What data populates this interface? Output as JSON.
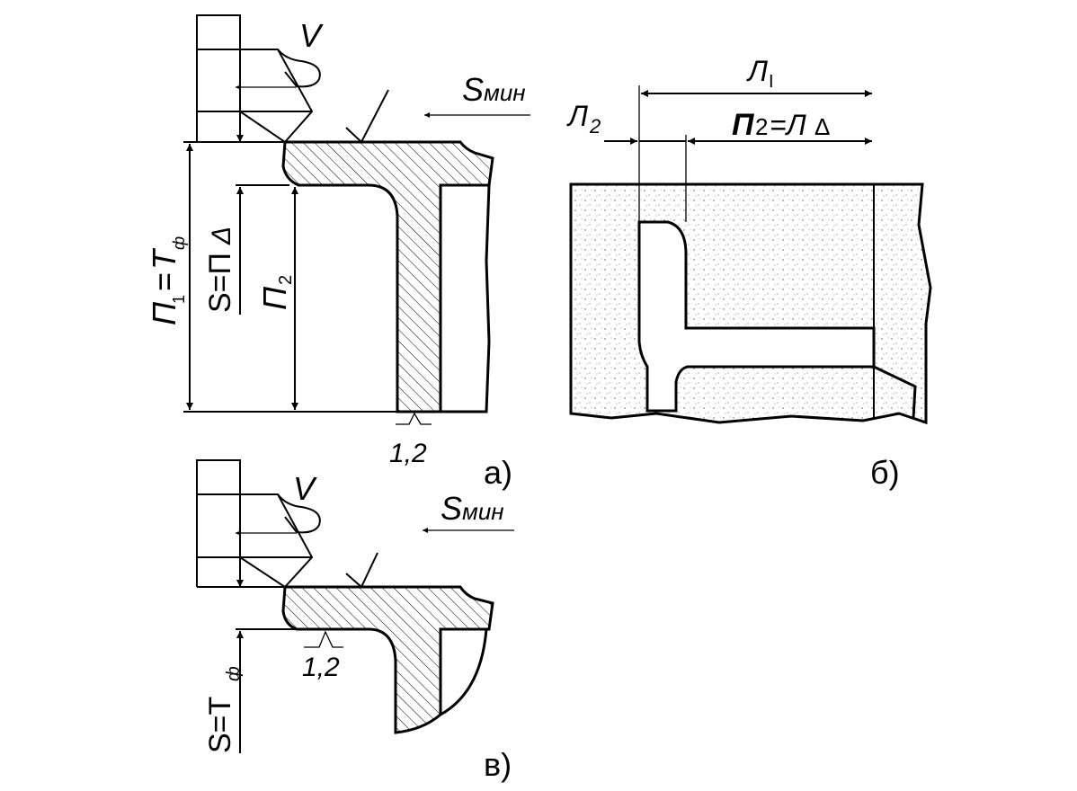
{
  "panels": {
    "a": {
      "label": "а)",
      "speed": "V",
      "feed_label": "S",
      "feed_sub": "мин",
      "dim_left_main": "П",
      "dim_left_sub": "1",
      "dim_left_eq": "=",
      "dim_left_main2": "Т",
      "dim_left_sub2": "ф",
      "dim_s_main": "S=П",
      "dim_s_sub": "Δ",
      "dim_p2_main": "П",
      "dim_p2_sub": "2",
      "surface_note": "1,2"
    },
    "b": {
      "label": "б)",
      "dim_l1_main": "Л",
      "dim_l1_sub": "I",
      "dim_l2_main": "Л",
      "dim_l2_sub": "2",
      "dim_p2_main": "П",
      "dim_p2_sub": "2",
      "dim_p2_eq": "=Л",
      "dim_p2_sub2": "Δ"
    },
    "v": {
      "label": "в)",
      "speed": "V",
      "feed_label": "S",
      "feed_sub": "мин",
      "dim_s_main": "S=Т",
      "dim_s_sub": "ф",
      "surface_note": "1,2"
    }
  }
}
